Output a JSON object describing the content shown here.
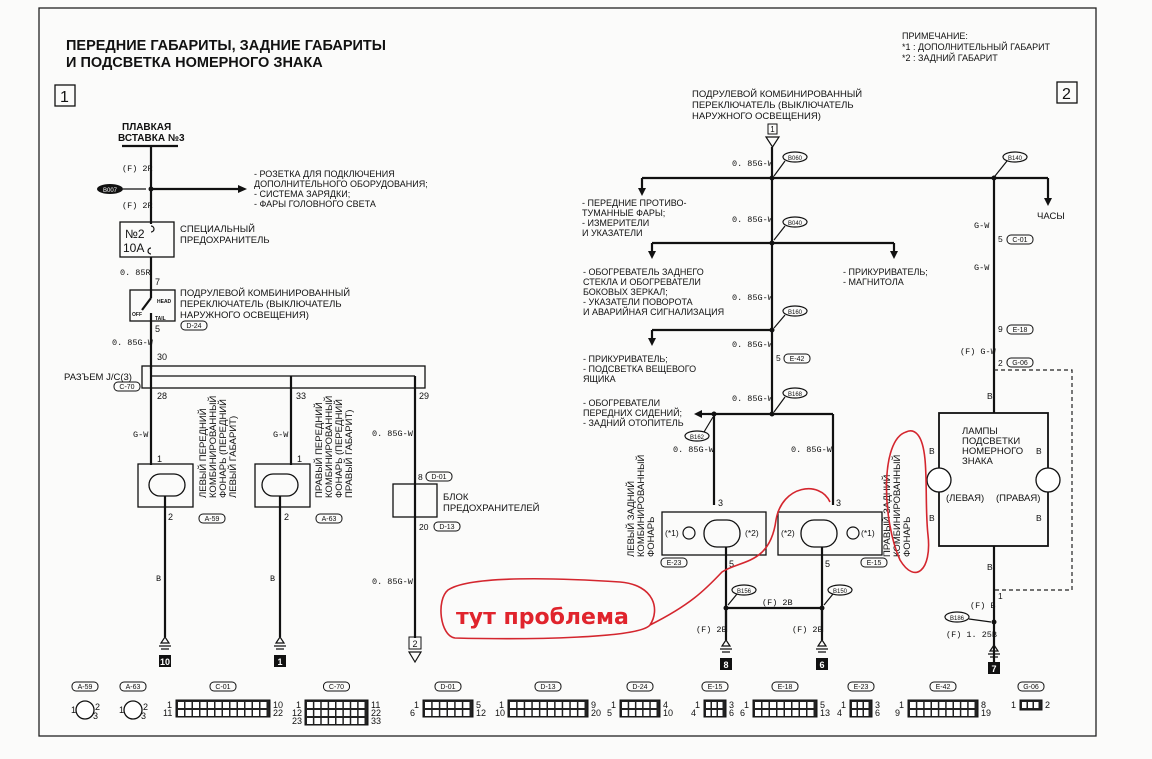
{
  "title": {
    "line1": "ПЕРЕДНИЕ ГАБАРИТЫ, ЗАДНИЕ ГАБАРИТЫ",
    "line2": "И ПОДСВЕТКА НОМЕРНОГО ЗНАКА"
  },
  "note": {
    "heading": "ПРИМЕЧАНИЕ:",
    "items": [
      "*1 : ДОПОЛНИТЕЛЬНЫЙ ГАБАРИТ",
      "*2 : ЗАДНИЙ ГАБАРИТ"
    ]
  },
  "page_markers": [
    "1",
    "2"
  ],
  "left": {
    "fusible_link": [
      "ПЛАВКАЯ",
      "ВСТАВКА №3"
    ],
    "wire_top": "(F) 2R",
    "wire_mid": "(F) 2R",
    "splice_b007": "B007",
    "supply_targets": [
      "- РОЗЕТКА ДЛЯ ПОДКЛЮЧЕНИЯ",
      "ДОПОЛНИТЕЛЬНОГО ОБОРУДОВАНИЯ;",
      "- СИСТЕМА ЗАРЯДКИ;",
      "- ФАРЫ ГОЛОВНОГО СВЕТА"
    ],
    "fuse": {
      "number": "№2",
      "rating": "10A",
      "label": [
        "СПЕЦИАЛЬНЫЙ",
        "ПРЕДОХРАНИТЕЛЬ"
      ]
    },
    "wire_085r": "0. 85R",
    "switch": {
      "pin_in": "7",
      "pin_out": "5",
      "positions": [
        "OFF",
        "HEAD",
        "TAIL"
      ],
      "label": [
        "ПОДРУЛЕВОЙ КОМБИНИРОВАННЫЙ",
        "ПЕРЕКЛЮЧАТЕЛЬ (ВЫКЛЮЧАТЕЛЬ",
        "НАРУЖНОГО ОСВЕЩЕНИЯ)"
      ],
      "connector": "D-24"
    },
    "wire_085gw": "0. 85G-W",
    "jc": {
      "label": "РАЗЪЕМ J/C(3)",
      "connector": "C-70",
      "pin_in": "30",
      "pins_out": [
        "28",
        "33",
        "29"
      ]
    },
    "lamp_left": {
      "wire": "G-W",
      "pin_in": "1",
      "pin_out": "2",
      "label": [
        "ЛЕВЫЙ ПЕРЕДНИЙ",
        "КОМБИНИРОВАННЫЙ",
        "ФОНАРЬ (ПЕРЕДНИЙ",
        "ЛЕВЫЙ ГАБАРИТ)"
      ],
      "connector": "A-59",
      "wire_out": "B",
      "ground": "10"
    },
    "lamp_right": {
      "wire": "G-W",
      "pin_in": "1",
      "pin_out": "2",
      "label": [
        "ПРАВЫЙ ПЕРЕДНИЙ",
        "КОМБИНИРОВАННЫЙ",
        "ФОНАРЬ (ПЕРЕДНИЙ",
        "ПРАВЫЙ ГАБАРИТ)"
      ],
      "connector": "A-63",
      "wire_out": "B",
      "ground": "1"
    },
    "fuse_block": {
      "wire_in": "0. 85G-W",
      "pin_in": "8",
      "conn_in": "D-01",
      "pin_out": "20",
      "conn_out": "D-13",
      "label": [
        "БЛОК",
        "ПРЕДОХРАНИТЕЛЕЙ"
      ],
      "wire_out": "0. 85G-W",
      "to_page": "2"
    }
  },
  "right": {
    "source_label": [
      "ПОДРУЛЕВОЙ КОМБИНИРОВАННЫЙ",
      "ПЕРЕКЛЮЧАТЕЛЬ (ВЫКЛЮЧАТЕЛЬ",
      "НАРУЖНОГО ОСВЕЩЕНИЯ)"
    ],
    "from_page": "1",
    "wire": "0. 85G-W",
    "splices": [
      "B060",
      "B040",
      "B160",
      "B168",
      "B162",
      "B140",
      "B156",
      "B150",
      "B186"
    ],
    "branch1": [
      "- ПЕРЕДНИЕ ПРОТИВО-",
      "ТУМАННЫЕ ФАРЫ;",
      "- ИЗМЕРИТЕЛИ",
      "И УКАЗАТЕЛИ"
    ],
    "branch2": [
      "- ОБОГРЕВАТЕЛЬ ЗАДНЕГО",
      "СТЕКЛА И ОБОГРЕВАТЕЛИ",
      "БОКОВЫХ ЗЕРКАЛ;",
      "- УКАЗАТЕЛИ ПОВОРОТА",
      "И АВАРИЙНАЯ СИГНАЛИЗАЦИЯ"
    ],
    "branch2_right": [
      "- ПРИКУРИВАТЕЛЬ;",
      "- МАГНИТОЛА"
    ],
    "branch3": [
      "- ПРИКУРИВАТЕЛЬ;",
      "- ПОДСВЕТКА ВЕЩЕВОГО",
      "ЯЩИКА"
    ],
    "branch4": [
      "- ОБОГРЕВАТЕЛИ",
      "ПЕРЕДНИХ СИДЕНИЙ;",
      "- ЗАДНИЙ ОТОПИТЕЛЬ"
    ],
    "e42": {
      "pin": "5",
      "connector": "E-42"
    },
    "clock": "ЧАСЫ",
    "lic_feed": {
      "wire1": "G-W",
      "pin1": "5",
      "conn1": "C-01",
      "wire2": "G-W",
      "pin2": "9",
      "conn2": "E-18",
      "wire3": "(F) G-W",
      "pin3": "2",
      "conn3": "G-06"
    },
    "rear_left": {
      "wire": "0. 85G-W",
      "pin_in": "3",
      "pin_out": "5",
      "marks": [
        "(*1)",
        "(*2)"
      ],
      "label": [
        "ЛЕВЫЙ ЗАДНИЙ",
        "КОМБИНИРОВАННЫЙ",
        "ФОНАРЬ"
      ],
      "connector": "E-23"
    },
    "rear_right": {
      "wire": "0. 85G-W",
      "pin_in": "3",
      "pin_out": "5",
      "marks": [
        "(*2)",
        "(*1)"
      ],
      "label": [
        "ПРАВЫЙ ЗАДНИЙ",
        "КОМБИНИРОВАННЫЙ",
        "ФОНАРЬ"
      ],
      "connector": "E-15"
    },
    "ground_wires": {
      "left": "(F) 2B",
      "mid": "(F) 2B",
      "right": "(F) 2B",
      "grounds": [
        "8",
        "6"
      ]
    },
    "license_lamps": {
      "label": [
        "ЛАМПЫ",
        "ПОДСВЕТКИ",
        "НОМЕРНОГО",
        "ЗНАКА"
      ],
      "left": "(ЛЕВАЯ)",
      "right": "(ПРАВАЯ)",
      "wire": "B",
      "out_pin": "1",
      "wire_f": "(F) B",
      "wire_f2": "(F) 1. 25B",
      "ground": "7"
    }
  },
  "annotation": {
    "text": "тут проблема",
    "color": "#e0242c"
  },
  "connectors": [
    {
      "id": "A-59",
      "l": "1",
      "r": "2",
      "r2": "3"
    },
    {
      "id": "A-63",
      "l": "1",
      "r": "2",
      "r2": "3"
    },
    {
      "id": "C-01",
      "l": "1",
      "l2": "11",
      "r": "10",
      "r2": "22"
    },
    {
      "id": "C-70",
      "l": "1",
      "l2": "12",
      "l3": "23",
      "r": "11",
      "r2": "22",
      "r3": "33"
    },
    {
      "id": "D-01",
      "l": "1",
      "l2": "6",
      "r": "5",
      "r2": "12"
    },
    {
      "id": "D-13",
      "l": "1",
      "l2": "10",
      "r": "9",
      "r2": "20"
    },
    {
      "id": "D-24",
      "l": "1",
      "l2": "5",
      "r": "4",
      "r2": "10"
    },
    {
      "id": "E-15",
      "l": "1",
      "l2": "4",
      "r": "3",
      "r2": "6"
    },
    {
      "id": "E-18",
      "l": "1",
      "l2": "6",
      "r": "5",
      "r2": "13"
    },
    {
      "id": "E-23",
      "l": "1",
      "l2": "4",
      "r": "3",
      "r2": "6"
    },
    {
      "id": "E-42",
      "l": "1",
      "l2": "9",
      "r": "8",
      "r2": "19"
    },
    {
      "id": "G-06",
      "l": "1",
      "r": "2"
    }
  ]
}
